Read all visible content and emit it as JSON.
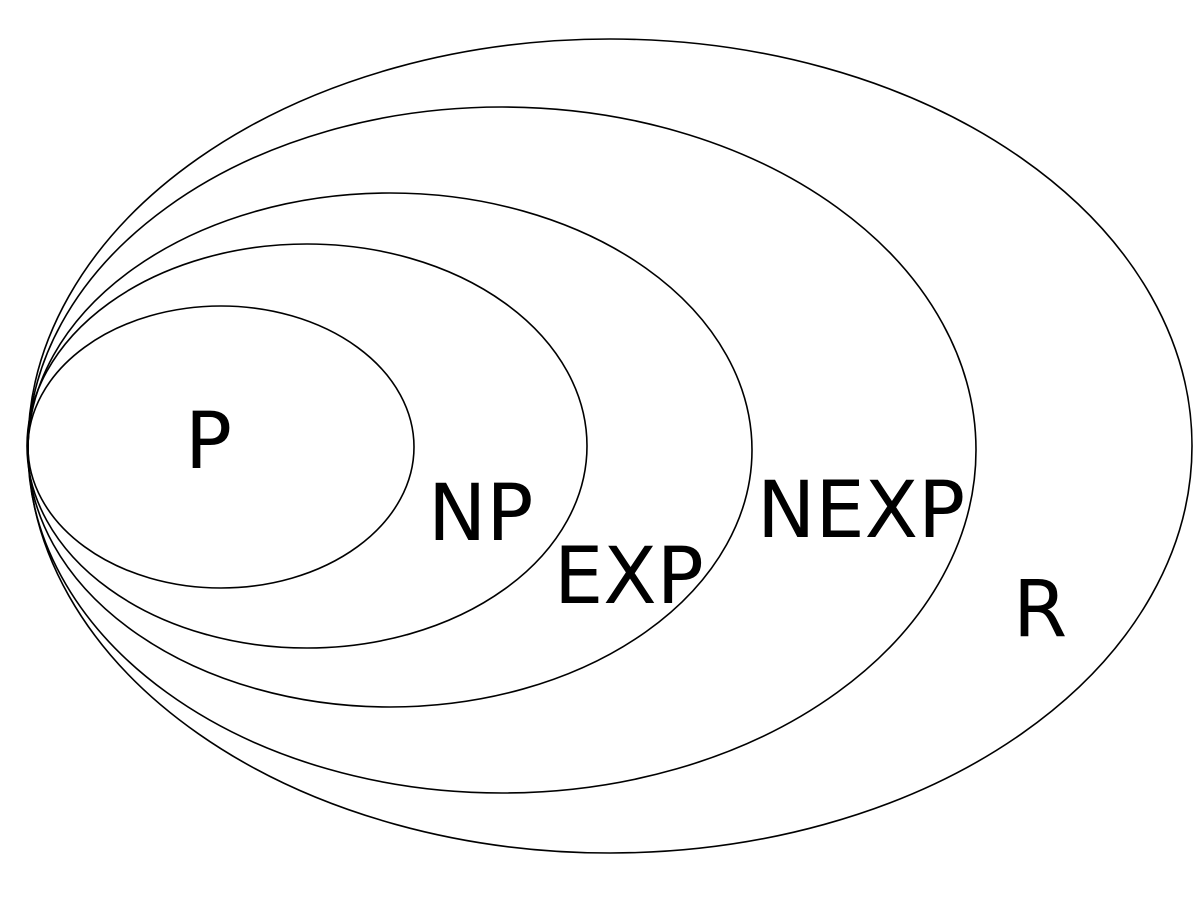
{
  "diagram": {
    "sets": [
      {
        "id": "r",
        "label": "R"
      },
      {
        "id": "nexp",
        "label": "NEXP"
      },
      {
        "id": "exp",
        "label": "EXP"
      },
      {
        "id": "np",
        "label": "NP"
      },
      {
        "id": "p",
        "label": "P"
      }
    ],
    "colors": {
      "stroke": "#000000",
      "text": "#000000",
      "background": "#ffffff"
    }
  }
}
